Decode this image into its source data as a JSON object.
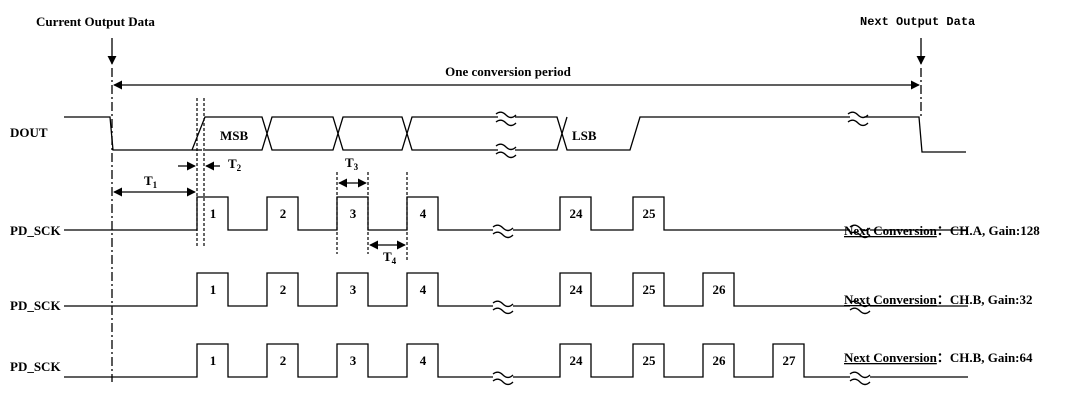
{
  "labels": {
    "current_output": "Current Output Data",
    "next_output": "Next Output Data",
    "period": "One conversion period",
    "dout": "DOUT",
    "msb": "MSB",
    "lsb": "LSB",
    "pd_sck": "PD_SCK"
  },
  "timing": [
    {
      "main": "T",
      "sub": "1"
    },
    {
      "main": "T",
      "sub": "2"
    },
    {
      "main": "T",
      "sub": "3"
    },
    {
      "main": "T",
      "sub": "4"
    }
  ],
  "rows": [
    {
      "pulses": [
        "1",
        "2",
        "3",
        "4",
        "24",
        "25"
      ],
      "next_label": "Next Conversion",
      "sep": "：",
      "config": "CH.A, Gain:128"
    },
    {
      "pulses": [
        "1",
        "2",
        "3",
        "4",
        "24",
        "25",
        "26"
      ],
      "next_label": "Next Conversion",
      "sep": "：",
      "config": "CH.B, Gain:32"
    },
    {
      "pulses": [
        "1",
        "2",
        "3",
        "4",
        "24",
        "25",
        "26",
        "27"
      ],
      "next_label": "Next Conversion",
      "sep": "：",
      "config": "CH.B, Gain:64"
    }
  ]
}
